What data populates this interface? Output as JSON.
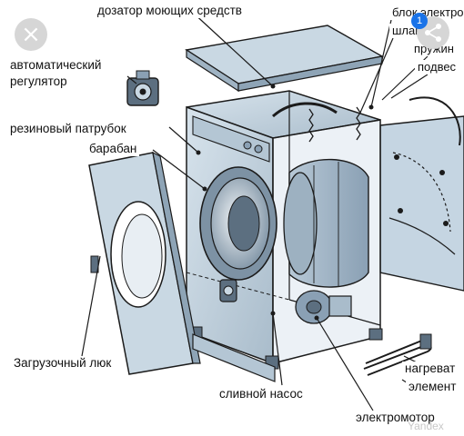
{
  "labels": {
    "dispenser": "дозатор моющих средств",
    "auto_regulator_1": "автоматический",
    "auto_regulator_2": "регулятор",
    "rubber_pipe": "резиновый патрубок",
    "drum": "барабан",
    "loading_hatch": "Загрузочный люк",
    "drain_pump": "сливной насос",
    "electric_motor": "электромотор",
    "electronics_block": "блок электро",
    "hose": "шланг зад",
    "springs": "пружин",
    "suspension": "подвес",
    "heater_1": "нагреват",
    "heater_2": "элемент"
  },
  "ui": {
    "close_glyph": "×",
    "badge_count": "1"
  },
  "watermark": "Yandex",
  "colors": {
    "machine_fill": "#c5d5e2",
    "machine_dark": "#8aa0b4",
    "outline": "#1b1b1b",
    "glass": "#e8eef3"
  }
}
